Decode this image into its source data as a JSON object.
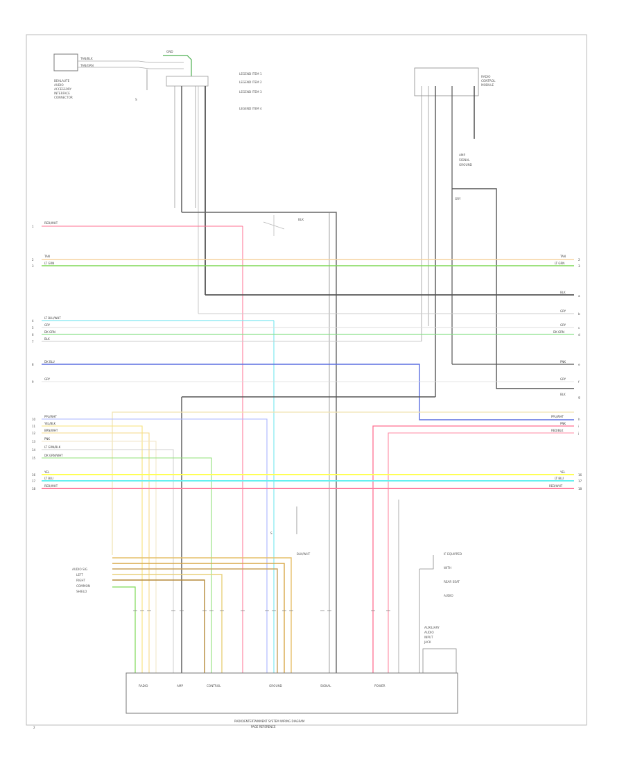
{
  "diagram": {
    "top_left_module": {
      "label_lines": [
        "BEHLAUTE",
        "AUDIO",
        "ACCESSORY",
        "INTERFACE",
        "CONNECTOR"
      ],
      "wire_labels": [
        "TAN/BLK",
        "TAN/GRN"
      ]
    },
    "splice_label": "S",
    "top_ground_label": "GND",
    "legend": [
      "LEGEND ITEM 1",
      "LEGEND ITEM 2",
      "LEGEND ITEM 3",
      "LEGEND ITEM 4"
    ],
    "top_right_module": {
      "label_lines": [
        "RADIO",
        "CONTROL",
        "MODULE"
      ],
      "sub_label_lines": [
        "AMP",
        "SIGNAL",
        "GROUND"
      ]
    },
    "mid_right_label": "GRY",
    "center_splice_label": "BLK",
    "bus_left_labels": [
      {
        "n": "1",
        "t": "RED/WHT"
      },
      {
        "n": "2",
        "t": "TAN"
      },
      {
        "n": "3",
        "t": "LT GRN"
      },
      {
        "n": "4",
        "t": "LT BLU/WHT"
      },
      {
        "n": "5",
        "t": "GRY"
      },
      {
        "n": "6",
        "t": "DK GRN"
      },
      {
        "n": "7",
        "t": "BLK"
      },
      {
        "n": "8",
        "t": "DK BLU"
      },
      {
        "n": "9",
        "t": "GRY"
      },
      {
        "n": "10",
        "t": "PPL/WHT"
      },
      {
        "n": "11",
        "t": "YEL/BLK"
      },
      {
        "n": "12",
        "t": "BRN/WHT"
      },
      {
        "n": "13",
        "t": "PNK"
      },
      {
        "n": "14",
        "t": "LT GRN/BLK"
      },
      {
        "n": "15",
        "t": "DK GRN/WHT"
      },
      {
        "n": "16",
        "t": "YEL"
      },
      {
        "n": "17",
        "t": "LT BLU"
      },
      {
        "n": "18",
        "t": "RED/WHT"
      }
    ],
    "bus_right_labels": [
      {
        "n": "2",
        "t": "TAN"
      },
      {
        "n": "3",
        "t": "LT GRN"
      },
      {
        "n": "a",
        "t": "BLK"
      },
      {
        "n": "b",
        "t": "GRY"
      },
      {
        "n": "c",
        "t": "GRY"
      },
      {
        "n": "d",
        "t": "DK GRN"
      },
      {
        "n": "e",
        "t": "PNK"
      },
      {
        "n": "f",
        "t": "GRY"
      },
      {
        "n": "g",
        "t": "BLK"
      },
      {
        "n": "h",
        "t": "PPL/WHT"
      },
      {
        "n": "i",
        "t": "PNK"
      },
      {
        "n": "j",
        "t": "RED/BLK"
      },
      {
        "n": "16",
        "t": "YEL"
      },
      {
        "n": "17",
        "t": "LT BLU"
      },
      {
        "n": "18",
        "t": "RED/WHT"
      }
    ],
    "lower_left_labels": [
      "AUDIO SIG",
      "LEFT",
      "RIGHT",
      "COMMON",
      "SHIELD"
    ],
    "bottom_module_labels": [
      "RADIO",
      "AMP",
      "CONTROL",
      "GROUND",
      "SIGNAL",
      "POWER"
    ],
    "lower_right_block_lines": [
      "AUXILIARY",
      "AUDIO",
      "INPUT",
      "JACK"
    ],
    "lower_right_note_lines": [
      "IF EQUIPPED",
      "WITH",
      "REAR SEAT",
      "AUDIO"
    ],
    "lower_center_label_lines": [
      "BLK/WHT",
      "S"
    ],
    "footer_lines": [
      "RADIO/ENTERTAINMENT SYSTEM WIRING DIAGRAM",
      "PAGE REFERENCE"
    ],
    "page_number": "2"
  }
}
